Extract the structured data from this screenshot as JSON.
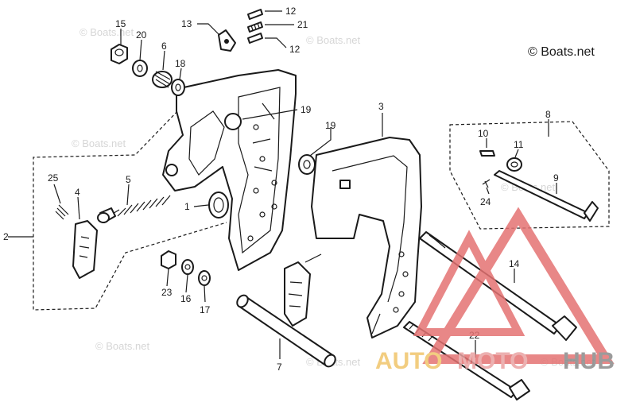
{
  "copyright": "© Boats.net",
  "watermarks": [
    "© Boats.net",
    "© Boats.net",
    "© Boats.net",
    "© Boats.net",
    "© Boats.net",
    "© Boats.net",
    "© Boats.net"
  ],
  "logo": {
    "part1": "AUTO",
    "part2": "MOTO",
    "part3": "HUB",
    "colors": {
      "auto": "#f0c56b",
      "moto": "#e9a3a3",
      "hub": "#8a8a8a",
      "triangle": "#e57373"
    }
  },
  "callouts": {
    "c1": "1",
    "c2": "2",
    "c3": "3",
    "c4": "4",
    "c5": "5",
    "c6": "6",
    "c7": "7",
    "c8": "8",
    "c9": "9",
    "c10": "10",
    "c11": "11",
    "c12a": "12",
    "c12b": "12",
    "c13": "13",
    "c14": "14",
    "c15": "15",
    "c16": "16",
    "c17": "17",
    "c18": "18",
    "c19a": "19",
    "c19b": "19",
    "c20": "20",
    "c21": "21",
    "c22": "22",
    "c23": "23",
    "c24": "24",
    "c25": "25"
  }
}
